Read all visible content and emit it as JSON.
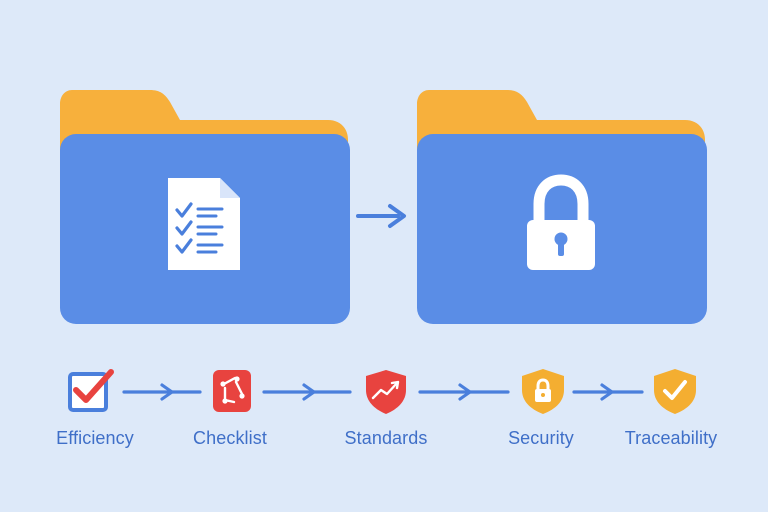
{
  "source_folder": {
    "icon": "checklist-document-icon",
    "colors": {
      "tab": "#f7b03c",
      "body": "#5a8de6",
      "doc": "#ffffff",
      "checks": "#4a7fdc"
    }
  },
  "target_folder": {
    "icon": "padlock-icon",
    "colors": {
      "tab": "#f7b03c",
      "body": "#5a8de6",
      "lock": "#ffffff"
    }
  },
  "transfer_arrow": {
    "icon": "arrow-right-icon",
    "color": "#4a7fdc"
  },
  "workflow": {
    "steps": [
      {
        "label": "Efficiency",
        "icon": "checkbox-checked-icon",
        "color": "#e8433f"
      },
      {
        "label": "Checklist",
        "icon": "checklist-square-icon",
        "color": "#e8433f"
      },
      {
        "label": "Standards",
        "icon": "shield-trend-icon",
        "color": "#e8433f"
      },
      {
        "label": "Security",
        "icon": "shield-lock-icon",
        "color": "#f4ae31"
      },
      {
        "label": "Traceability",
        "icon": "shield-check-icon",
        "color": "#f4ae31"
      }
    ],
    "arrow_color": "#4a7fdc"
  }
}
